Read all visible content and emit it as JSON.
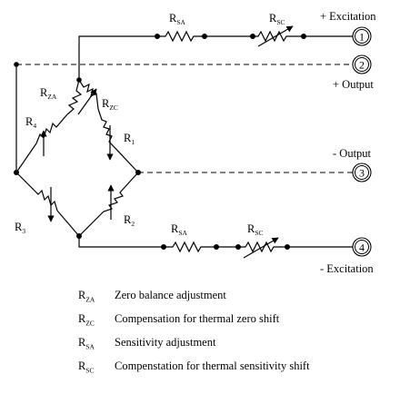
{
  "terminals": [
    {
      "number": "1",
      "label": "+ Excitation"
    },
    {
      "number": "2",
      "label": "+ Output"
    },
    {
      "number": "3",
      "label": "- Output"
    },
    {
      "number": "4",
      "label": "- Excitation"
    }
  ],
  "resistors": {
    "rsa_top": {
      "main": "R",
      "sub": "SA"
    },
    "rsc_top": {
      "main": "R",
      "sub": "SC"
    },
    "rza": {
      "main": "R",
      "sub": "ZA"
    },
    "rzc": {
      "main": "R",
      "sub": "ZC"
    },
    "r1": {
      "main": "R",
      "sub": "1"
    },
    "r2": {
      "main": "R",
      "sub": "2"
    },
    "r3": {
      "main": "R",
      "sub": "3"
    },
    "r4": {
      "main": "R",
      "sub": "4"
    },
    "rsa_bottom": {
      "main": "R",
      "sub": "SA"
    },
    "rsc_bottom": {
      "main": "R",
      "sub": "SC"
    }
  },
  "legend": [
    {
      "main": "R",
      "sub": "ZA",
      "description": "Zero balance adjustment"
    },
    {
      "main": "R",
      "sub": "ZC",
      "description": "Compensation for thermal zero shift"
    },
    {
      "main": "R",
      "sub": "SA",
      "description": "Sensitivity adjustment"
    },
    {
      "main": "R",
      "sub": "SC",
      "description": "Compenstation for thermal sensitivity shift"
    }
  ]
}
